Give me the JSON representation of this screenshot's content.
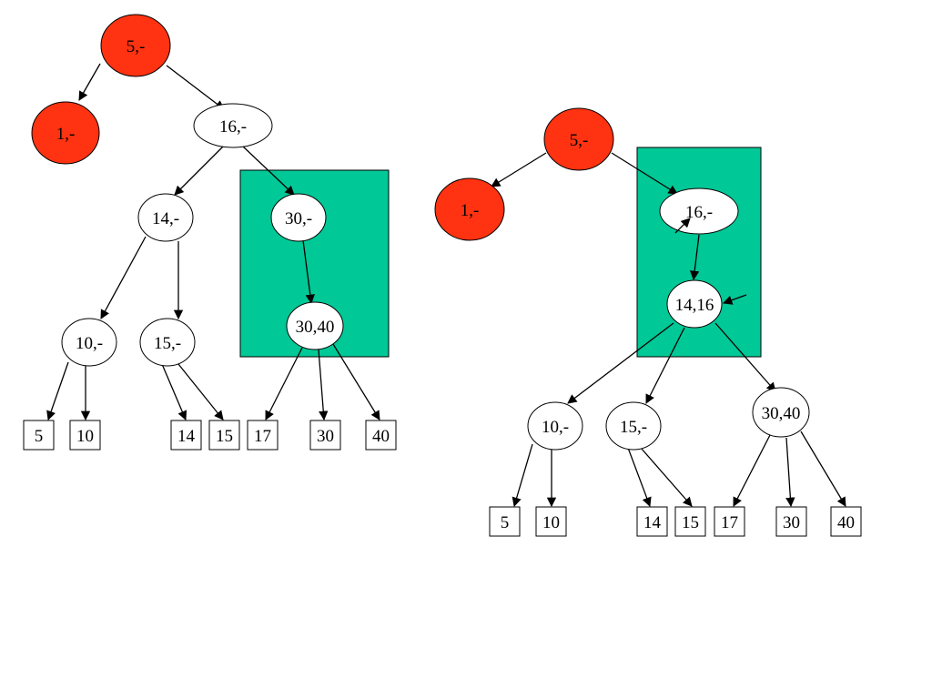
{
  "colors": {
    "highlight_fill": "#00c896",
    "red_node_fill": "#ff3311",
    "node_fill": "#ffffff",
    "stroke": "#000000",
    "background": "#ffffff"
  },
  "left_tree": {
    "nodes": {
      "n5": "5,-",
      "n1": "1,-",
      "n16": "16,-",
      "n14": "14,-",
      "n30": "30,-",
      "n10": "10,-",
      "n15": "15,-",
      "n3040": "30,40"
    },
    "leaves": {
      "l5": "5",
      "l10": "10",
      "l14": "14",
      "l15": "15",
      "l17": "17",
      "l30": "30",
      "l40": "40"
    }
  },
  "right_tree": {
    "nodes": {
      "n5": "5,-",
      "n1": "1,-",
      "n16": "16,-",
      "n1416": "14,16",
      "n10": "10,-",
      "n15": "15,-",
      "n3040": "30,40"
    },
    "leaves": {
      "l5": "5",
      "l10": "10",
      "l14": "14",
      "l15": "15",
      "l17": "17",
      "l30": "30",
      "l40": "40"
    }
  }
}
